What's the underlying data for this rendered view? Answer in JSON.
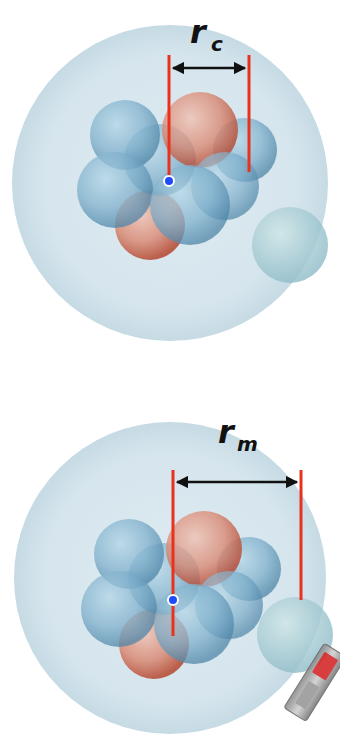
{
  "diagram": {
    "labels": [
      "r",
      "c",
      "r",
      "m"
    ]
  }
}
